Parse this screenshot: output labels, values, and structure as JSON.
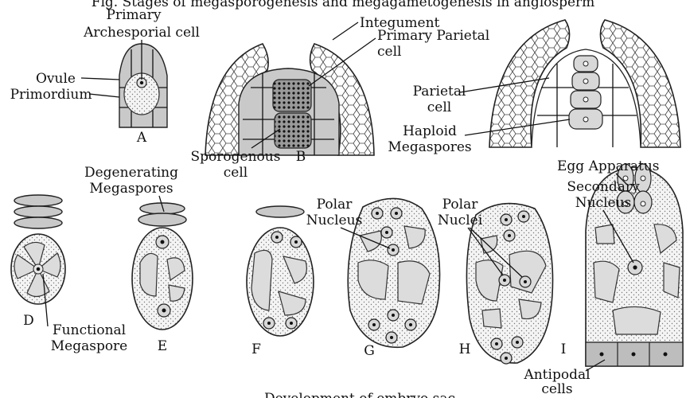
{
  "labels": {
    "primary_archesporial": [
      "Primary",
      "Archesporial cell"
    ],
    "ovule_primordium": [
      "Ovule",
      "Primordium"
    ],
    "stage_a": "A",
    "integument": "Integument",
    "primary_parietal": [
      "Primary Parietal",
      "cell"
    ],
    "sporogenous": [
      "Sporogenous",
      "cell"
    ],
    "stage_b": "B",
    "parietal_cell": [
      "Parietal",
      "cell"
    ],
    "haploid_megaspores": [
      "Haploid",
      "Megaspores"
    ],
    "degenerating_megaspores": [
      "Degenerating",
      "Megaspores"
    ],
    "functional_megaspore": [
      "Functional",
      "Megaspore"
    ],
    "stage_d": "D",
    "stage_e": "E",
    "stage_f": "F",
    "polar_nucleus": [
      "Polar",
      "Nucleus"
    ],
    "stage_g": "G",
    "polar_nuclei": [
      "Polar",
      "Nuclei"
    ],
    "stage_h": "H",
    "egg_apparatus": "Egg Apparatus",
    "secondary_nucleus": [
      "Secondary",
      "Nucleus"
    ],
    "stage_i": "I",
    "antipodal_cells": [
      "Antipodal",
      "cells"
    ],
    "caption_partial": "Development of embryo sac",
    "top_caption_partial": "Fig. Stages of megasporogenesis and megagametogenesis in angiosperm"
  }
}
